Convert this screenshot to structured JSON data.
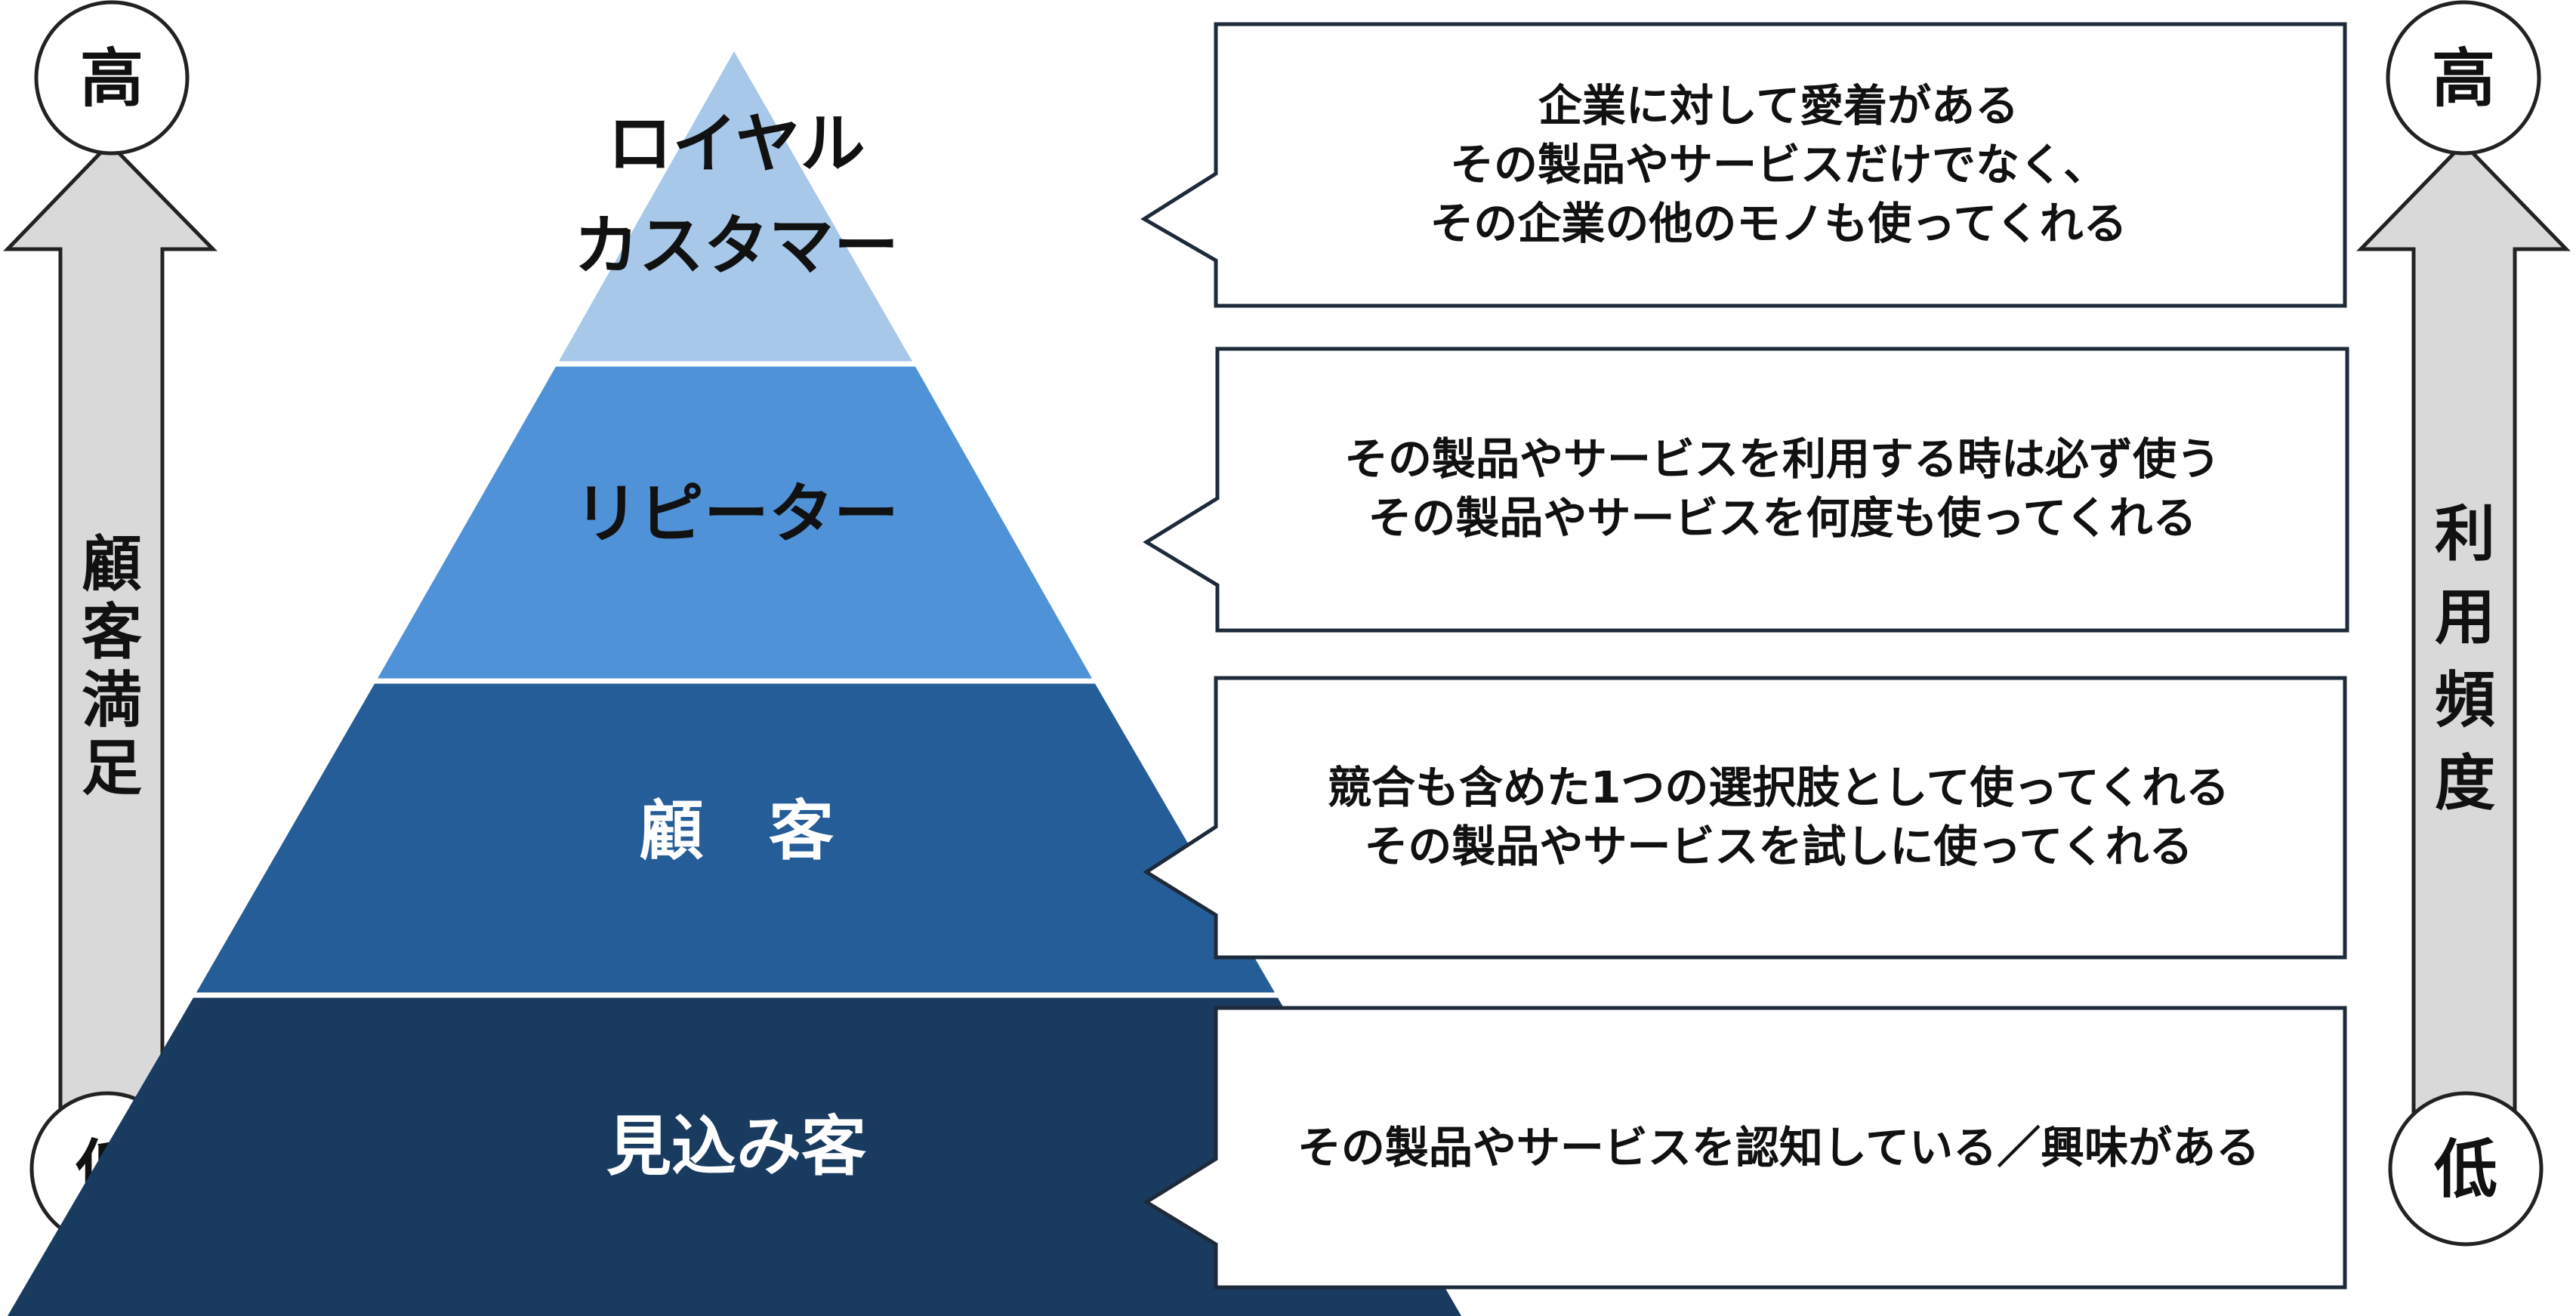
{
  "pyramid": {
    "tiers": [
      {
        "label_lines": [
          "ロイヤル",
          "カスタマー"
        ],
        "color": "#a8c8ea",
        "text_color": "#111111"
      },
      {
        "label_lines": [
          "リピーター"
        ],
        "color": "#4f92d8",
        "text_color": "#111111"
      },
      {
        "label_lines": [
          "顧　客"
        ],
        "color": "#245d98",
        "text_color": "#ffffff"
      },
      {
        "label_lines": [
          "見込み客"
        ],
        "color": "#1a3b60",
        "text_color": "#ffffff"
      }
    ]
  },
  "callouts": [
    {
      "lines": [
        "企業に対して愛着がある",
        "その製品やサービスだけでなく、",
        "その企業の他のモノも使ってくれる"
      ]
    },
    {
      "lines": [
        "その製品やサービスを利用する時は必ず使う",
        "その製品やサービスを何度も使ってくれる"
      ]
    },
    {
      "lines": [
        "競合も含めた1つの選択肢として使ってくれる",
        "その製品やサービスを試しに使ってくれる"
      ]
    },
    {
      "lines": [
        "その製品やサービスを認知している／興味がある"
      ]
    }
  ],
  "left_axis": {
    "high": "高",
    "low": "低",
    "label": "顧客満足"
  },
  "right_axis": {
    "high": "高",
    "low": "低",
    "label": "利用頻度"
  },
  "colors": {
    "bubble_border": "#1d2a3a",
    "arrow_fill": "#d9d9d9",
    "arrow_stroke": "#222222"
  }
}
